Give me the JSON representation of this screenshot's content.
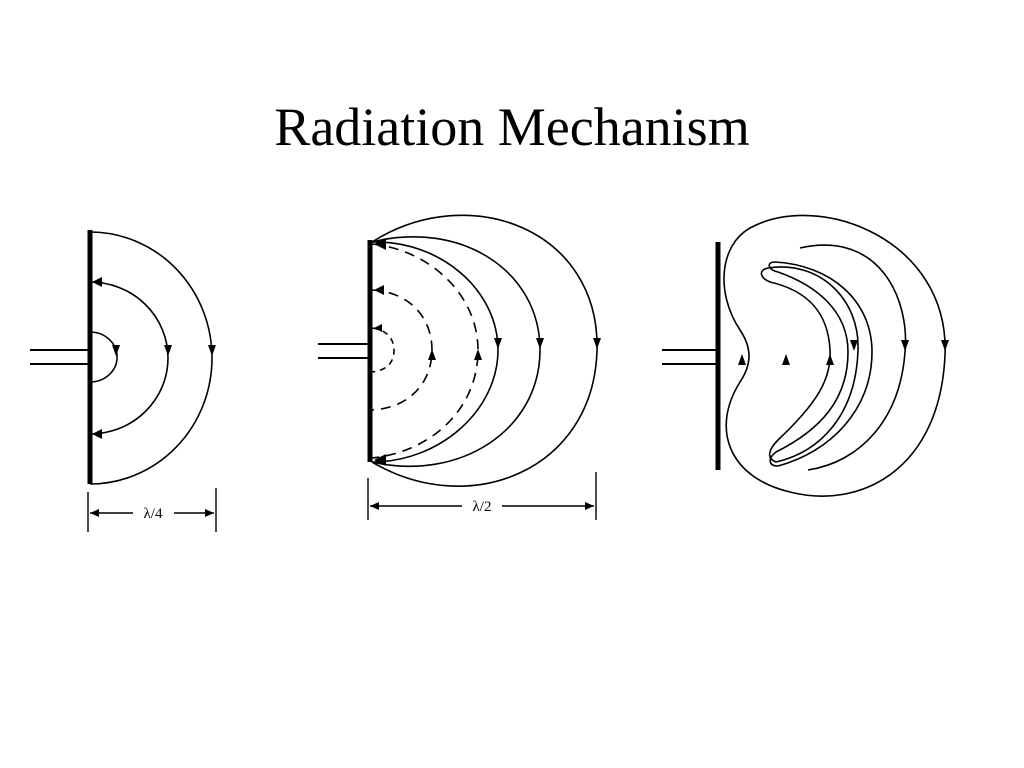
{
  "slide": {
    "title": "Radiation Mechanism"
  },
  "figures": [
    {
      "name": "quarter-wave-dipole",
      "dimension_label": "λ/4"
    },
    {
      "name": "half-wave-dipole",
      "dimension_label": "λ/2"
    },
    {
      "name": "detached-field-loops",
      "dimension_label": ""
    }
  ],
  "colors": {
    "background": "#ffffff",
    "ink": "#000000"
  }
}
